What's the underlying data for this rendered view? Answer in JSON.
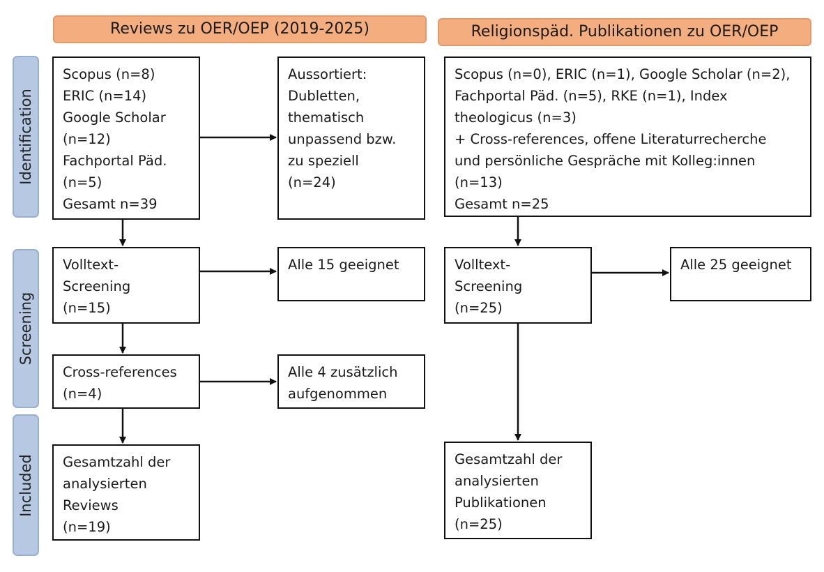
{
  "headers": {
    "reviews": "Reviews zu OER/OEP (2019-2025)",
    "religion": "Religionspäd. Publikationen zu OER/OEP"
  },
  "phases": {
    "identification": "Identification",
    "screening": "Screening",
    "included": "Included"
  },
  "left": {
    "identification_box": [
      "Scopus (n=8)",
      "ERIC (n=14)",
      "Google Scholar",
      "(n=12)",
      "Fachportal Päd.",
      "(n=5)",
      "Gesamt n=39"
    ],
    "excluded_box": [
      "Aussortiert:",
      "Dubletten,",
      "thematisch",
      "unpassend bzw.",
      "zu speziell",
      "(n=24)"
    ],
    "fulltext_box": [
      "Volltext-",
      "Screening",
      "(n=15)"
    ],
    "fulltext_result_box": [
      "Alle 15 geeignet"
    ],
    "crossref_box": [
      "Cross-references",
      "(n=4)"
    ],
    "crossref_result_box": [
      "Alle 4 zusätzlich",
      "aufgenommen"
    ],
    "included_box": [
      "Gesamtzahl der",
      "analysierten",
      "Reviews",
      "(n=19)"
    ]
  },
  "right": {
    "identification_box": [
      "Scopus (n=0), ERIC (n=1), Google Scholar (n=2),",
      "Fachportal Päd. (n=5), RKE (n=1), Index",
      "theologicus (n=3)",
      "+ Cross-references, offene Literaturrecherche",
      "und persönliche Gespräche mit Kolleg:innen",
      "(n=13)",
      "Gesamt n=25"
    ],
    "fulltext_box": [
      "Volltext-",
      "Screening",
      "(n=25)"
    ],
    "fulltext_result_box": [
      "Alle 25 geeignet"
    ],
    "included_box": [
      "Gesamtzahl der",
      "analysierten",
      "Publikationen",
      "(n=25)"
    ]
  },
  "colors": {
    "header_fill": "#f4ad7e",
    "phase_fill": "#b6c8e2",
    "box_border": "#111111"
  }
}
